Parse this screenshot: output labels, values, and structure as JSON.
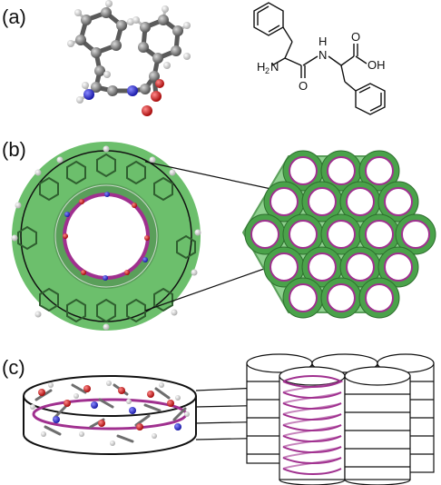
{
  "panels": {
    "a": {
      "label": "(a)"
    },
    "b": {
      "label": "(b)"
    },
    "c": {
      "label": "(c)"
    }
  },
  "structure": {
    "amine": "H",
    "amine_sub": "2",
    "amine_n": "N",
    "amide_nh": "H",
    "amide_n": "N",
    "acid_oh": "OH",
    "acid_o": "O",
    "amide_o": "O"
  },
  "colors": {
    "carbon": "#6e6e6e",
    "hydrogen": "#f2f2f2",
    "oxygen": "#d21414",
    "nitrogen": "#2a2ad2",
    "tube_green": "#5cb85c",
    "tube_green_light": "#8fd18f",
    "helix": "#a0308f"
  }
}
